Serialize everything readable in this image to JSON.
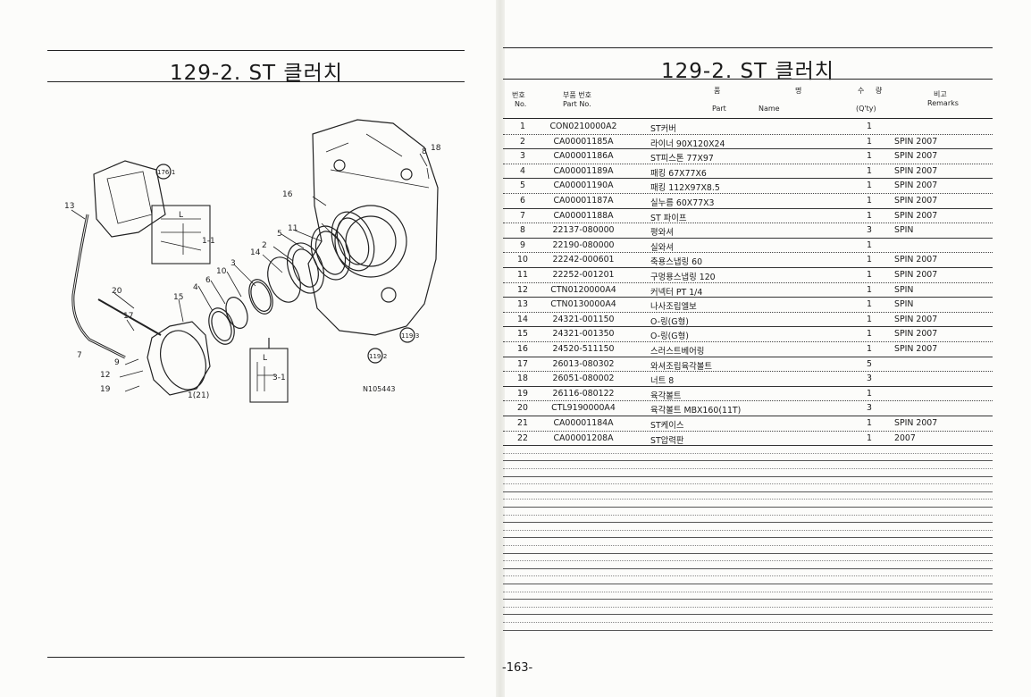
{
  "left_page": {
    "title": "129-2. ST 클러치",
    "diagram": {
      "code": "N105443",
      "callouts": [
        "176-1",
        "119-3",
        "119-2"
      ],
      "labels": [
        "13",
        "20",
        "17",
        "7",
        "12",
        "9",
        "19",
        "15",
        "4",
        "6",
        "10",
        "3",
        "14",
        "2",
        "5",
        "11",
        "16",
        "8",
        "18",
        "1(21)",
        "1-1",
        "3-1",
        "L",
        "L"
      ]
    }
  },
  "right_page": {
    "title": "129-2. ST 클러치",
    "headers": {
      "no_ko": "번호",
      "no_en": "No.",
      "part_ko": "부품 번호",
      "part_en": "Part No.",
      "name_ko1": "품",
      "name_ko2": "명",
      "name_en1": "Part",
      "name_en2": "Name",
      "qty_ko1": "수",
      "qty_ko2": "량",
      "qty_en": "(Q'ty)",
      "rem_ko": "비고",
      "rem_en": "Remarks"
    },
    "rows": [
      {
        "no": "1",
        "part": "CON0210000A2",
        "name": "ST커버",
        "qty": "1",
        "rem": ""
      },
      {
        "no": "2",
        "part": "CA00001185A",
        "name": "라이너 90X120X24",
        "qty": "1",
        "rem": "SPIN 2007"
      },
      {
        "no": "3",
        "part": "CA00001186A",
        "name": "ST피스톤 77X97",
        "qty": "1",
        "rem": "SPIN 2007"
      },
      {
        "no": "4",
        "part": "CA00001189A",
        "name": "패킹 67X77X6",
        "qty": "1",
        "rem": "SPIN 2007"
      },
      {
        "no": "5",
        "part": "CA00001190A",
        "name": "패킹 112X97X8.5",
        "qty": "1",
        "rem": "SPIN 2007"
      },
      {
        "no": "6",
        "part": "CA00001187A",
        "name": "실누름 60X77X3",
        "qty": "1",
        "rem": "SPIN 2007"
      },
      {
        "no": "7",
        "part": "CA00001188A",
        "name": "ST 파이프",
        "qty": "1",
        "rem": "SPIN 2007"
      },
      {
        "no": "8",
        "part": "22137-080000",
        "name": "평와셔",
        "qty": "3",
        "rem": "SPIN"
      },
      {
        "no": "9",
        "part": "22190-080000",
        "name": "실와셔",
        "qty": "1",
        "rem": ""
      },
      {
        "no": "10",
        "part": "22242-000601",
        "name": "축용스냅링 60",
        "qty": "1",
        "rem": "SPIN 2007"
      },
      {
        "no": "11",
        "part": "22252-001201",
        "name": "구멍용스냅링 120",
        "qty": "1",
        "rem": "SPIN 2007"
      },
      {
        "no": "12",
        "part": "CTN0120000A4",
        "name": "커넥터 PT 1/4",
        "qty": "1",
        "rem": "SPIN"
      },
      {
        "no": "13",
        "part": "CTN0130000A4",
        "name": "나사조립엘보",
        "qty": "1",
        "rem": "SPIN"
      },
      {
        "no": "14",
        "part": "24321-001150",
        "name": "O-링(G형)",
        "qty": "1",
        "rem": "SPIN 2007"
      },
      {
        "no": "15",
        "part": "24321-001350",
        "name": "O-링(G형)",
        "qty": "1",
        "rem": "SPIN 2007"
      },
      {
        "no": "16",
        "part": "24520-511150",
        "name": "스러스트베어링",
        "qty": "1",
        "rem": "SPIN 2007"
      },
      {
        "no": "17",
        "part": "26013-080302",
        "name": "와셔조립육각볼트",
        "qty": "5",
        "rem": ""
      },
      {
        "no": "18",
        "part": "26051-080002",
        "name": "너트 8",
        "qty": "3",
        "rem": ""
      },
      {
        "no": "19",
        "part": "26116-080122",
        "name": "육각볼트",
        "qty": "1",
        "rem": ""
      },
      {
        "no": "20",
        "part": "CTL9190000A4",
        "name": "육각볼트 MBX160(11T)",
        "qty": "3",
        "rem": ""
      },
      {
        "no": "21",
        "part": "CA00001184A",
        "name": "ST케이스",
        "qty": "1",
        "rem": "SPIN 2007"
      },
      {
        "no": "22",
        "part": "CA00001208A",
        "name": "ST압력판",
        "qty": "1",
        "rem": "2007"
      }
    ],
    "page_number": "-163-"
  },
  "colors": {
    "ink": "#1a1a1a",
    "paper": "#fcfcfa"
  }
}
